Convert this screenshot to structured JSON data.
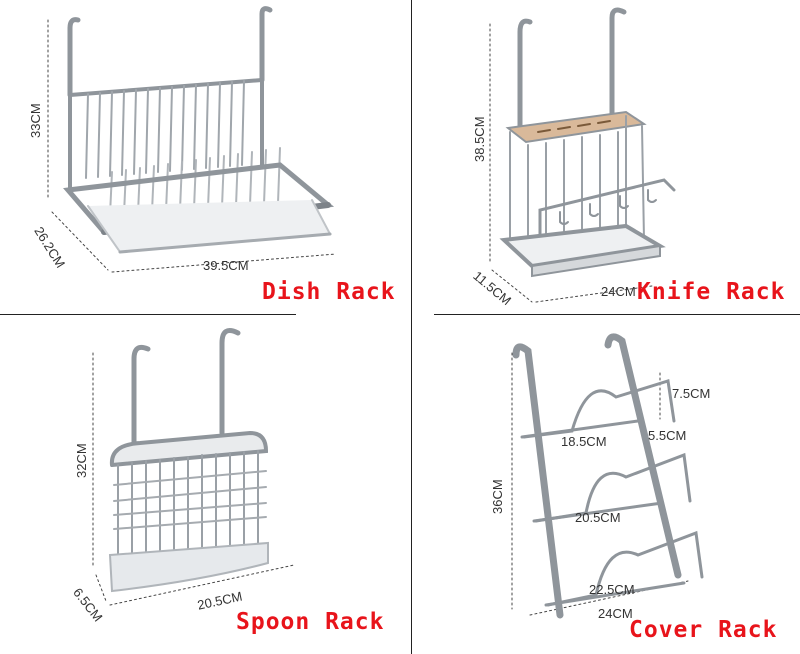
{
  "colors": {
    "title": "#e8141b",
    "dim_text": "#333333",
    "steel": "#9aa0a6",
    "steel_dark": "#6c7278",
    "wood": "#d9b99a"
  },
  "panels": {
    "dish": {
      "title": "Dish Rack",
      "height": "33CM",
      "depth": "26.2CM",
      "width": "39.5CM"
    },
    "knife": {
      "title": "Knife Rack",
      "height": "38.5CM",
      "depth": "11.5CM",
      "width": "24CM"
    },
    "spoon": {
      "title": "Spoon Rack",
      "height": "32CM",
      "depth": "6.5CM",
      "width": "20.5CM"
    },
    "cover": {
      "title": "Cover Rack",
      "height": "36CM",
      "gap": "7.5CM",
      "offset": "5.5CM",
      "shelf1": "18.5CM",
      "shelf2": "20.5CM",
      "shelf3": "22.5CM",
      "width": "24CM"
    }
  }
}
